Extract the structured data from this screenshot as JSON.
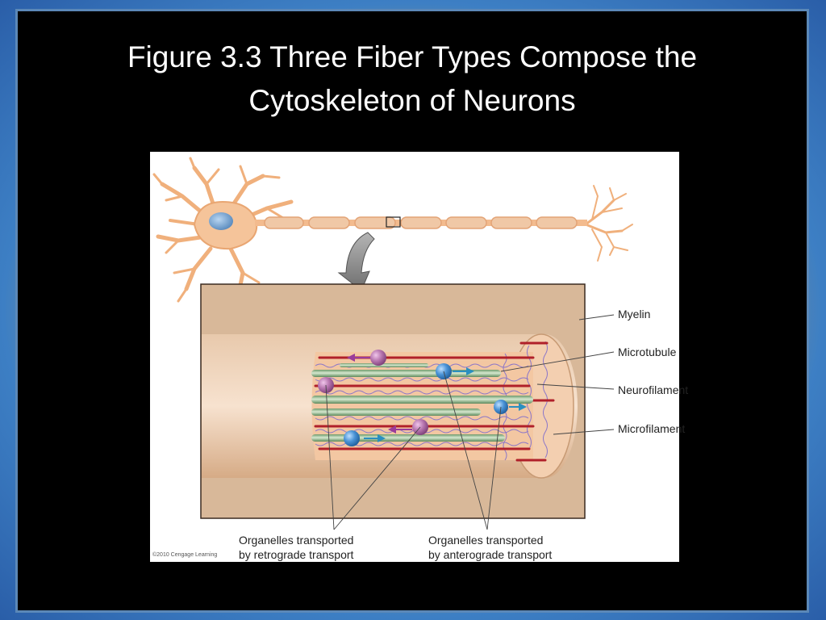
{
  "slide": {
    "title_line1": "Figure 3.3 Three Fiber Types Compose the",
    "title_line2": "Cytoskeleton of Neurons"
  },
  "figure": {
    "labels": {
      "myelin": "Myelin",
      "microtubule": "Microtubule",
      "neurofilament": "Neurofilament",
      "microfilament": "Microfilament"
    },
    "captions": {
      "retrograde_line1": "Organelles transported",
      "retrograde_line2": "by retrograde transport",
      "anterograde_line1": "Organelles transported",
      "anterograde_line2": "by anterograde transport"
    },
    "copyright": "©2010 Cengage Learning"
  },
  "colors": {
    "background_black": "#000000",
    "myelin_tan": "#d9b89c",
    "neuron_orange": "#f3b98a",
    "microtubule_green": "#8fb08a",
    "microfilament_red": "#b0202a",
    "neurofilament_purple": "#8a72c4",
    "organelle_blue": "#3f86c8",
    "organelle_pink": "#b06aa8"
  }
}
